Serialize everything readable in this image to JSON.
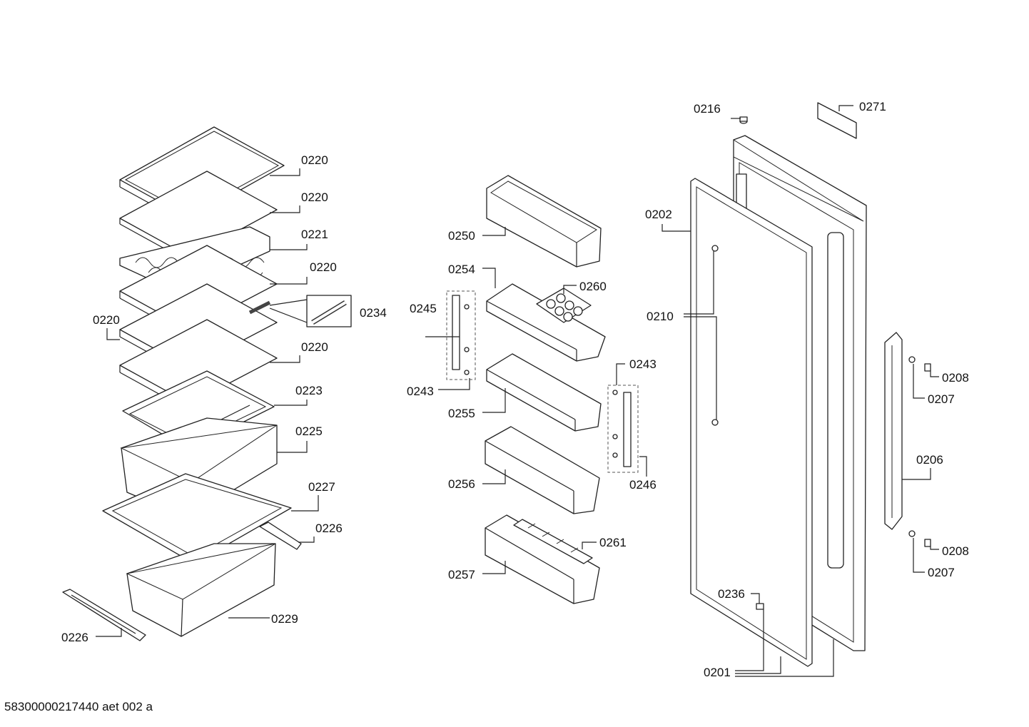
{
  "document_id": "58300000217440 aet 002 a",
  "part_labels": {
    "shelf_1": "0220",
    "shelf_2": "0220",
    "wine_rack": "0221",
    "shelf_3": "0220",
    "shelf_4_left": "0220",
    "shelf_5": "0220",
    "rod_box": "0234",
    "cover_shelf": "0223",
    "crisper_1": "0225",
    "cover_plate": "0227",
    "rail_right": "0226",
    "rail_left": "0226",
    "crisper_2": "0229",
    "door_bin_top": "0250",
    "door_bin_2": "0254",
    "egg_tray": "0260",
    "trim_left": "0245",
    "screw_left": "0243",
    "door_bin_3": "0255",
    "screw_right": "0243",
    "door_bin_4": "0256",
    "trim_right": "0246",
    "door_bin_5": "0257",
    "bottle_holder": "0261",
    "door_pin": "0216",
    "label_strip": "0271",
    "gasket": "0202",
    "hinge_bolts": "0210",
    "handle_cap_top": "0208",
    "handle_screw_top": "0207",
    "handle": "0206",
    "handle_cap_bottom": "0208",
    "handle_screw_bottom": "0207",
    "clip": "0236",
    "door": "0201"
  }
}
